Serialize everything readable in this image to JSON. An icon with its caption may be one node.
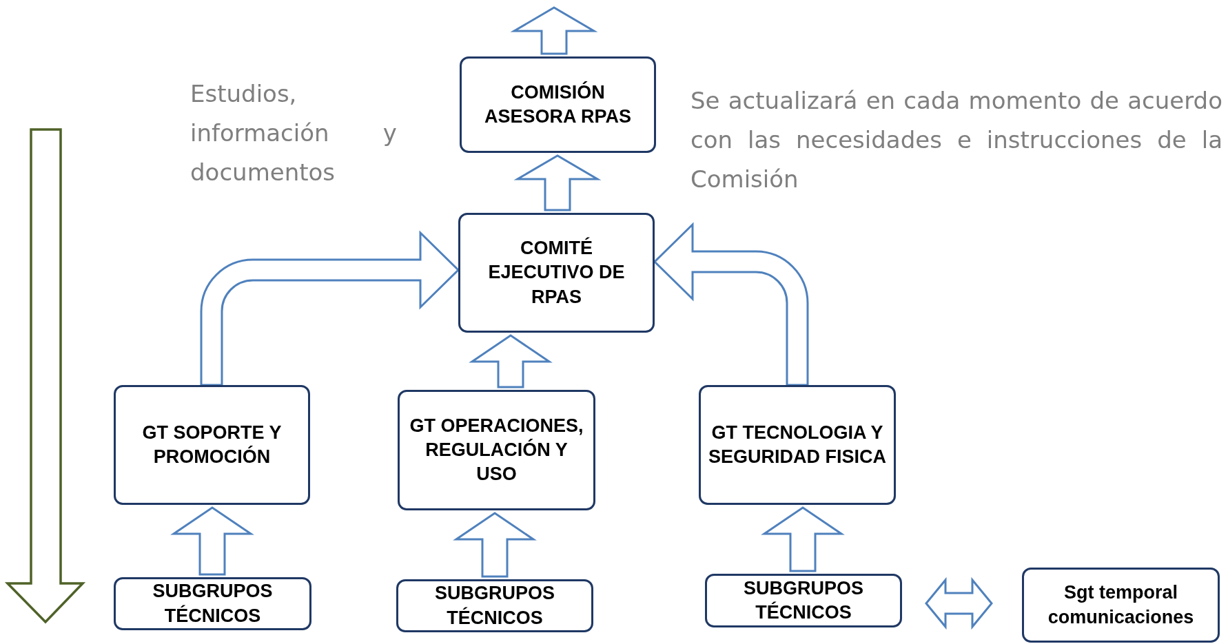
{
  "diagram": {
    "nodes": [
      {
        "text": [
          "COMISIÓN ASESORA RPAS"
        ]
      },
      {
        "text": [
          "COMITÉ EJECUTIVO DE RPAS"
        ]
      },
      {
        "text": [
          "GT SOPORTE Y PROMOCIÓN"
        ]
      },
      {
        "text": [
          "GT OPERACIONES, REGULACIÓN Y USO"
        ]
      },
      {
        "text": [
          "GT TECNOLOGIA Y SEGURIDAD FISICA"
        ]
      },
      {
        "text": [
          "SUBGRUPOS TÉCNICOS"
        ]
      },
      {
        "text": [
          "SUBGRUPOS TÉCNICOS"
        ]
      },
      {
        "text": [
          "SUBGRUPOS TÉCNICOS"
        ]
      },
      {
        "text": [
          "Sgt temporal comunicaciones"
        ]
      }
    ],
    "edges": [
      {
        "from": 5,
        "to": 2,
        "arrow": "to"
      },
      {
        "from": 6,
        "to": 3,
        "arrow": "to"
      },
      {
        "from": 7,
        "to": 4,
        "arrow": "to"
      },
      {
        "from": 2,
        "to": 1,
        "arrow": "to"
      },
      {
        "from": 3,
        "to": 1,
        "arrow": "to"
      },
      {
        "from": 4,
        "to": 1,
        "arrow": "to"
      },
      {
        "from": 1,
        "to": 0,
        "arrow": "to"
      },
      {
        "from": 0,
        "to": null,
        "arrow": "to"
      },
      {
        "from": 7,
        "to": 8,
        "arrow": "both"
      }
    ],
    "labels": [
      "Estudios, información y documentos",
      "Se actualizará en cada momento de acuerdo con las necesidades e instrucciones de la Comisión"
    ]
  }
}
